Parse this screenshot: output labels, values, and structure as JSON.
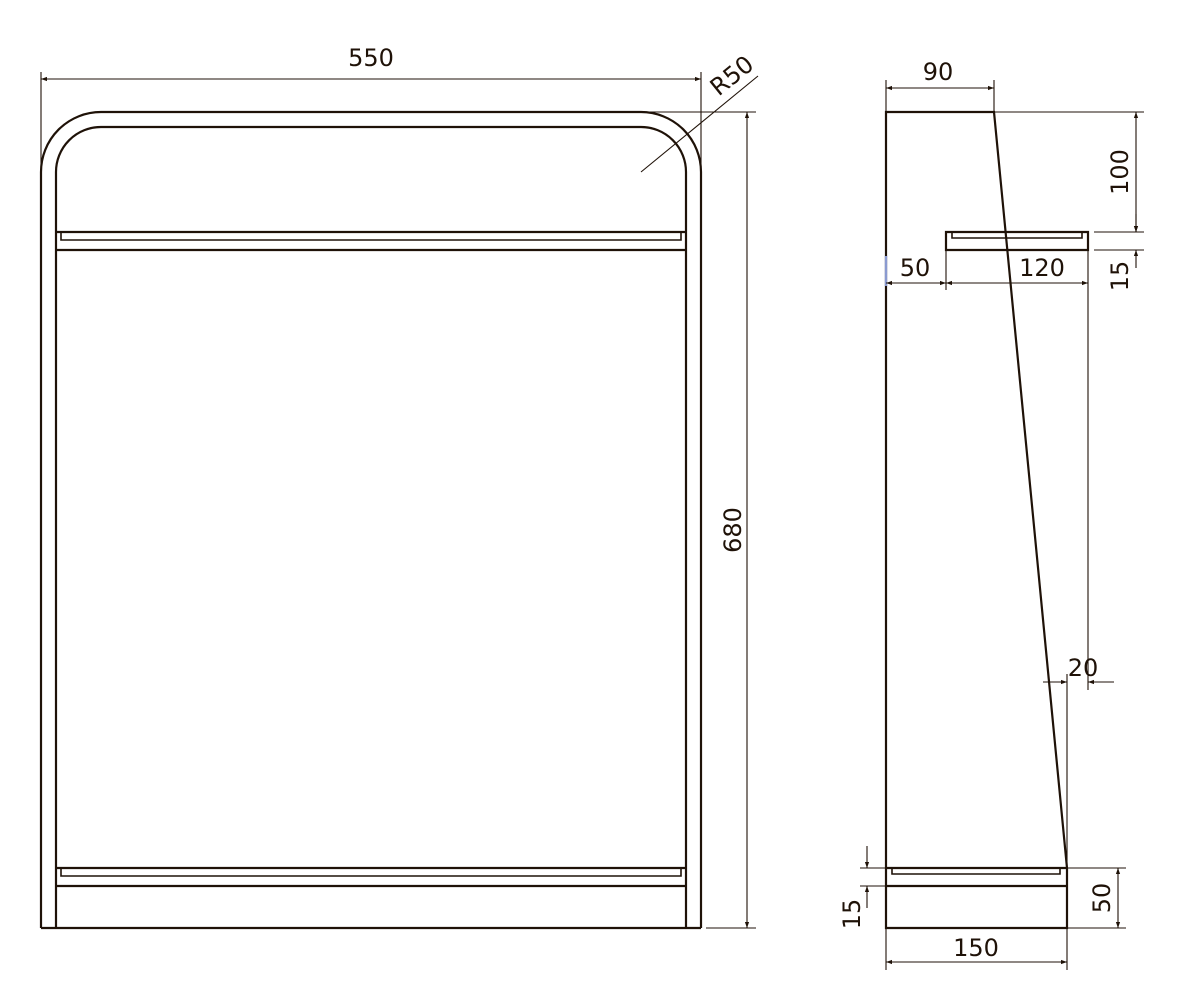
{
  "front_view": {
    "width_label": "550",
    "height_label": "680",
    "radius_label": "R50"
  },
  "side_view": {
    "top_depth_label": "90",
    "top_height_label": "100",
    "shelf_thickness_label": "15",
    "shelf_offset_label": "50",
    "shelf_depth_label": "120",
    "step_label": "20",
    "bottom_depth_label": "150",
    "base_height_label": "50",
    "bottom_shelf_thickness_label": "15"
  },
  "colors": {
    "line": "#1f1208",
    "highlight": "#8a9ad0"
  }
}
